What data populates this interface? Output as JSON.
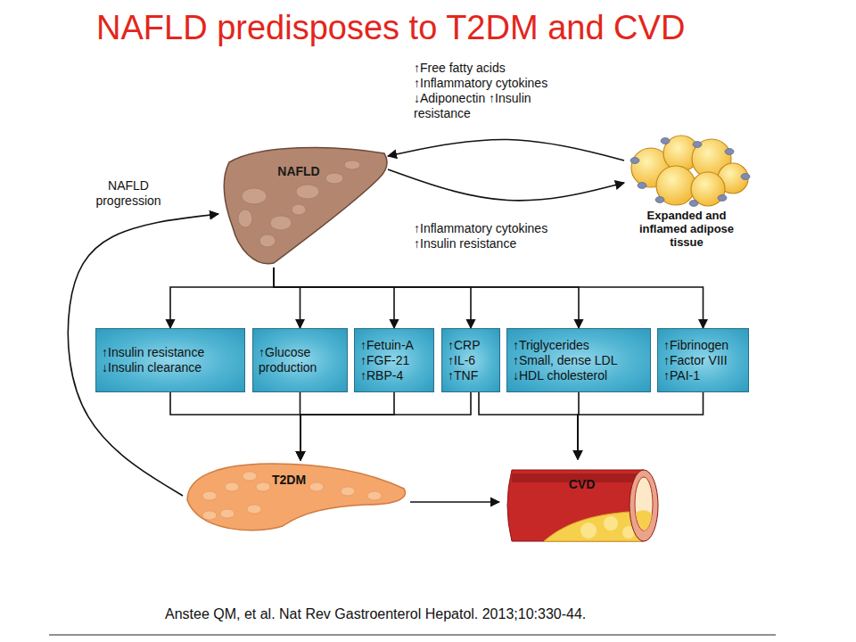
{
  "diagram": {
    "title": "NAFLD predisposes to T2DM and CVD",
    "caption": "Anstee QM, et al. Nat Rev Gastroenterol Hepatol. 2013;10:330-44.",
    "nodes": [
      {
        "text": [
          "NAFLD"
        ]
      },
      {
        "text": [
          "Expanded and inflamed adipose tissue"
        ]
      },
      {
        "text": [
          "↑Insulin resistance ↓Insulin clearance"
        ]
      },
      {
        "text": [
          "↑Glucose production"
        ]
      },
      {
        "text": [
          "↑Fetuin-A ↑FGF-21 ↑RBP-4"
        ]
      },
      {
        "text": [
          "↑CRP ↑IL-6 ↑TNF"
        ]
      },
      {
        "text": [
          "↑Triglycerides ↑Small, dense LDL ↓HDL cholesterol"
        ]
      },
      {
        "text": [
          "↑Fibrinogen ↑Factor VIII ↑PAI-1"
        ]
      },
      {
        "text": [
          "T2DM"
        ]
      },
      {
        "text": [
          "CVD"
        ]
      }
    ],
    "edges": [
      {
        "from": 1,
        "to": 0,
        "arrow": "to",
        "label": "↑Free fatty acids ↑Inflammatory cytokines ↓Adiponectin ↑Insulin resistance"
      },
      {
        "from": 0,
        "to": 1,
        "arrow": "to",
        "label": "↑Inflammatory cytokines ↑Insulin resistance"
      },
      {
        "from": 0,
        "to": 2,
        "arrow": "to"
      },
      {
        "from": 0,
        "to": 3,
        "arrow": "to"
      },
      {
        "from": 0,
        "to": 4,
        "arrow": "to"
      },
      {
        "from": 0,
        "to": 5,
        "arrow": "to"
      },
      {
        "from": 0,
        "to": 6,
        "arrow": "to"
      },
      {
        "from": 0,
        "to": 7,
        "arrow": "to"
      },
      {
        "from": 2,
        "to": 8,
        "arrow": "to"
      },
      {
        "from": 3,
        "to": 8,
        "arrow": "to"
      },
      {
        "from": 4,
        "to": 8,
        "arrow": "to"
      },
      {
        "from": 5,
        "to": 8,
        "arrow": "to"
      },
      {
        "from": 5,
        "to": 9,
        "arrow": "to"
      },
      {
        "from": 6,
        "to": 9,
        "arrow": "to"
      },
      {
        "from": 7,
        "to": 9,
        "arrow": "to"
      },
      {
        "from": 8,
        "to": 9,
        "arrow": "to"
      },
      {
        "from": 8,
        "to": 0,
        "arrow": "to",
        "label": "NAFLD progression"
      }
    ]
  }
}
